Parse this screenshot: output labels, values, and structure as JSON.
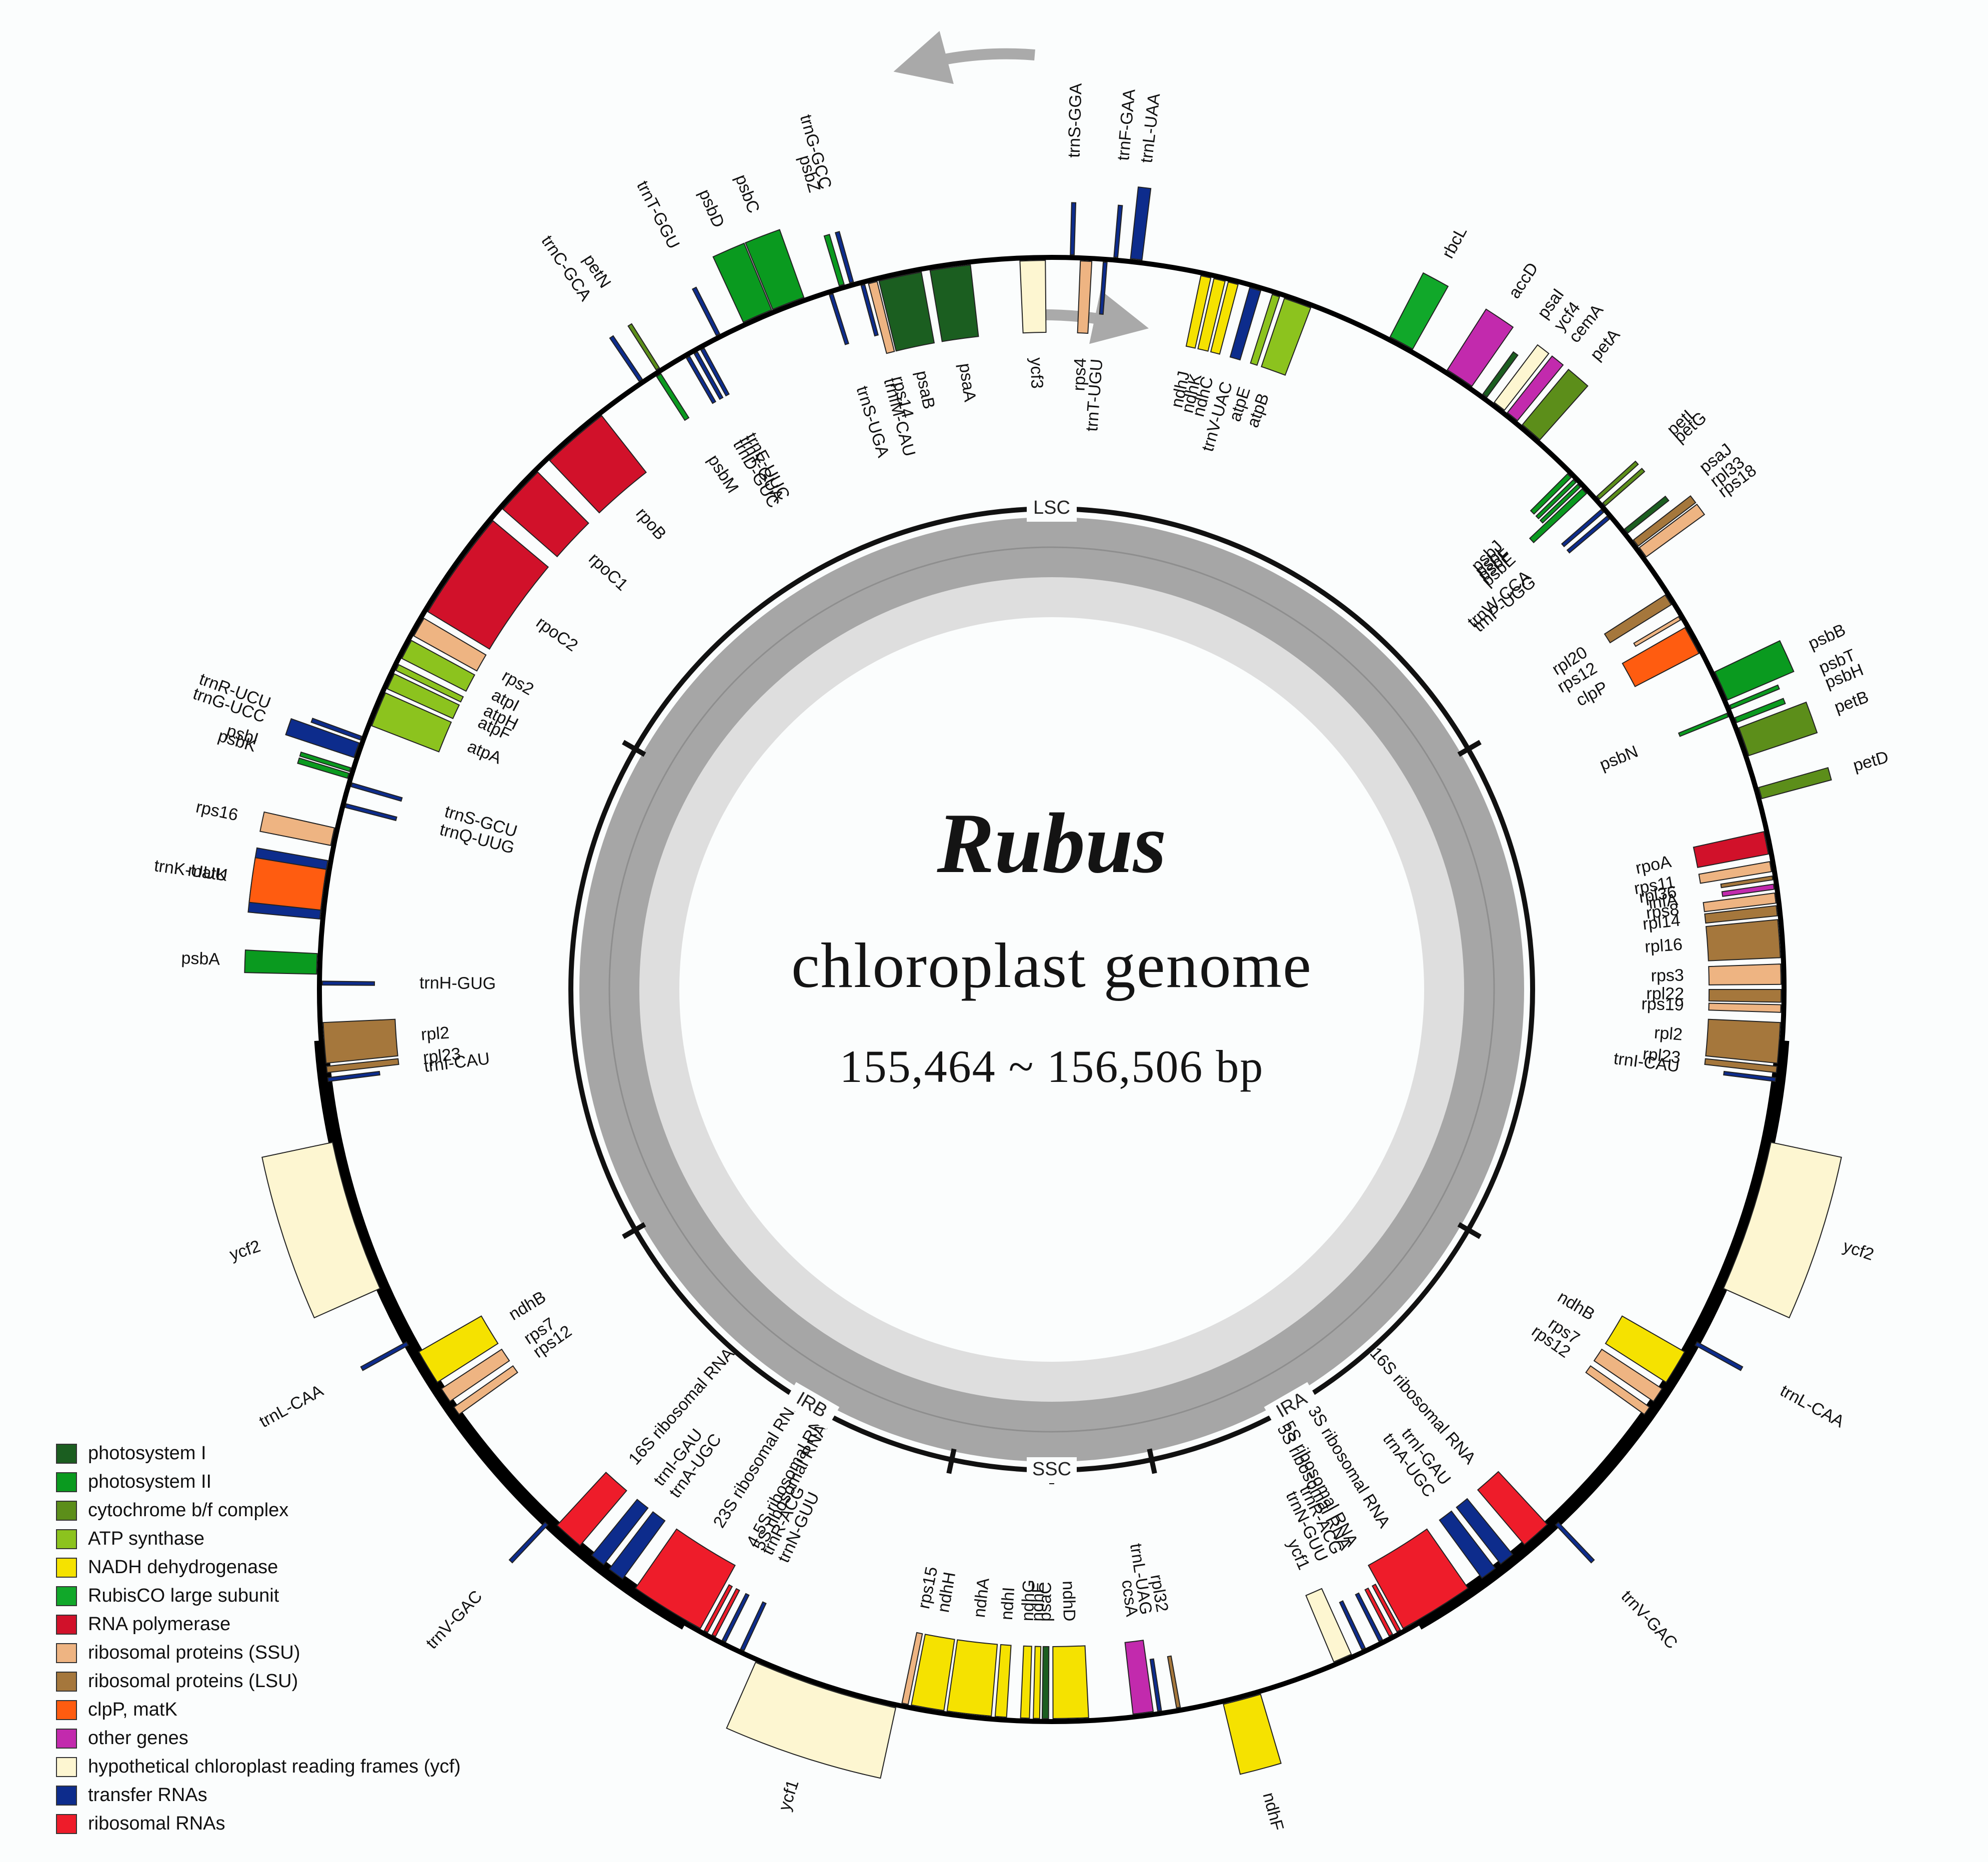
{
  "center": {
    "title": "Rubus",
    "subtitle": "chloroplast genome",
    "length": "155,464 ~ 156,506 bp"
  },
  "regions": [
    {
      "name": "LSC",
      "angle": 0
    },
    {
      "name": "IRA",
      "angle": 150
    },
    {
      "name": "SSC",
      "angle": 180
    },
    {
      "name": "IRB",
      "angle": 210
    }
  ],
  "legend": [
    {
      "label": "photosystem I",
      "color": "#1b5e20"
    },
    {
      "label": "photosystem II",
      "color": "#0a9a1f"
    },
    {
      "label": "cytochrome b/f complex",
      "color": "#5c8e1a"
    },
    {
      "label": "ATP synthase",
      "color": "#8cc31e"
    },
    {
      "label": "NADH dehydrogenase",
      "color": "#f5e200"
    },
    {
      "label": "RubisCO large subunit",
      "color": "#11a82a"
    },
    {
      "label": "RNA polymerase",
      "color": "#d1112a"
    },
    {
      "label": "ribosomal proteins (SSU)",
      "color": "#eeb482"
    },
    {
      "label": "ribosomal proteins (LSU)",
      "color": "#a5773c"
    },
    {
      "label": "clpP, matK",
      "color": "#ff5c10"
    },
    {
      "label": "other genes",
      "color": "#c22aad"
    },
    {
      "label": "hypothetical chloroplast reading frames (ycf)",
      "color": "#fdf6d1"
    },
    {
      "label": "transfer RNAs",
      "color": "#0d2c8c"
    },
    {
      "label": "ribosomal RNAs",
      "color": "#ee1c2a"
    }
  ],
  "genes": [
    {
      "name": "trnL-UAA",
      "a": 6.6,
      "w": 0.9,
      "side": "out",
      "cat": 12
    },
    {
      "name": "trnF-GAA",
      "a": 5.0,
      "w": 0.3,
      "side": "out",
      "cat": 12
    },
    {
      "name": "trnS-GGA",
      "a": 1.6,
      "w": 0.3,
      "side": "out",
      "cat": 12
    },
    {
      "name": "rps4",
      "a": 2.7,
      "w": 0.9,
      "side": "in",
      "cat": 7
    },
    {
      "name": "trnT-UGU",
      "a": 4.2,
      "w": 0.3,
      "side": "in",
      "cat": 12
    },
    {
      "name": "ycf3",
      "a": 358.5,
      "w": 2.0,
      "side": "in",
      "cat": 11
    },
    {
      "name": "psaA",
      "a": 352.0,
      "w": 3.2,
      "side": "in",
      "cat": 0
    },
    {
      "name": "psaB",
      "a": 348.0,
      "w": 3.4,
      "side": "in",
      "cat": 0
    },
    {
      "name": "rps14",
      "a": 345.8,
      "w": 0.7,
      "side": "in",
      "cat": 7
    },
    {
      "name": "trnfM-CAU",
      "a": 345.0,
      "w": 0.3,
      "side": "in",
      "cat": 12
    },
    {
      "name": "trnG-GCC",
      "a": 344.2,
      "w": 0.3,
      "side": "out",
      "cat": 12
    },
    {
      "name": "psbZ",
      "a": 343.4,
      "w": 0.4,
      "side": "out",
      "cat": 1
    },
    {
      "name": "trnS-UGA",
      "a": 342.4,
      "w": 0.3,
      "side": "in",
      "cat": 12
    },
    {
      "name": "psbC",
      "a": 339.0,
      "w": 2.6,
      "side": "out",
      "cat": 1
    },
    {
      "name": "psbD",
      "a": 336.4,
      "w": 2.4,
      "side": "out",
      "cat": 1
    },
    {
      "name": "trnT-GGU",
      "a": 333.0,
      "w": 0.3,
      "side": "out",
      "cat": 12
    },
    {
      "name": "trnE-UUC",
      "a": 331.4,
      "w": 0.3,
      "side": "in",
      "cat": 12
    },
    {
      "name": "trnY-GUA",
      "a": 330.8,
      "w": 0.3,
      "side": "in",
      "cat": 12
    },
    {
      "name": "trnD-GUC",
      "a": 330.1,
      "w": 0.3,
      "side": "in",
      "cat": 12
    },
    {
      "name": "psbM",
      "a": 327.4,
      "w": 0.4,
      "side": "in",
      "cat": 1
    },
    {
      "name": "petN",
      "a": 327.6,
      "w": 0.3,
      "side": "out",
      "cat": 2
    },
    {
      "name": "trnC-GCA",
      "a": 326.0,
      "w": 0.3,
      "side": "out",
      "cat": 12
    },
    {
      "name": "rpoB",
      "a": 319.2,
      "w": 5.4,
      "side": "in",
      "cat": 6
    },
    {
      "name": "rpoC1",
      "a": 313.2,
      "w": 4.0,
      "side": "in",
      "cat": 6
    },
    {
      "name": "rpoC2",
      "a": 305.6,
      "w": 8.8,
      "side": "in",
      "cat": 6
    },
    {
      "name": "rps2",
      "a": 299.8,
      "w": 1.6,
      "side": "in",
      "cat": 7
    },
    {
      "name": "atpI",
      "a": 297.8,
      "w": 1.6,
      "side": "in",
      "cat": 3
    },
    {
      "name": "atpH",
      "a": 296.2,
      "w": 0.5,
      "side": "in",
      "cat": 3
    },
    {
      "name": "atpF",
      "a": 295.0,
      "w": 1.3,
      "side": "in",
      "cat": 3
    },
    {
      "name": "atpA",
      "a": 292.6,
      "w": 2.8,
      "side": "in",
      "cat": 3
    },
    {
      "name": "trnR-UCU",
      "a": 290.0,
      "w": 0.3,
      "side": "out",
      "cat": 12
    },
    {
      "name": "trnG-UCC",
      "a": 289.0,
      "w": 1.2,
      "side": "out",
      "cat": 12
    },
    {
      "name": "psbI",
      "a": 287.4,
      "w": 0.3,
      "side": "out",
      "cat": 1
    },
    {
      "name": "psbK",
      "a": 286.9,
      "w": 0.4,
      "side": "out",
      "cat": 1
    },
    {
      "name": "trnS-GCU",
      "a": 286.3,
      "w": 0.3,
      "side": "in",
      "cat": 12
    },
    {
      "name": "trnQ-UUG",
      "a": 284.6,
      "w": 0.3,
      "side": "in",
      "cat": 12
    },
    {
      "name": "rps16",
      "a": 282.0,
      "w": 1.4,
      "side": "out",
      "cat": 7
    },
    {
      "name": "trnK-UUU",
      "a": 277.8,
      "w": 4.6,
      "side": "out",
      "cat": 12
    },
    {
      "name": "matK",
      "a": 277.8,
      "w": 3.2,
      "side": "out",
      "cat": 9
    },
    {
      "name": "psbA",
      "a": 272.0,
      "w": 1.6,
      "side": "out",
      "cat": 1
    },
    {
      "name": "trnH-GUG",
      "a": 270.5,
      "w": 0.3,
      "side": "in",
      "cat": 12
    },
    {
      "name": "rbcL",
      "a": 28.4,
      "w": 2.0,
      "side": "out",
      "cat": 5
    },
    {
      "name": "accD",
      "a": 33.7,
      "w": 2.3,
      "side": "out",
      "cat": 10
    },
    {
      "name": "psaI",
      "a": 36.1,
      "w": 0.4,
      "side": "out",
      "cat": 0
    },
    {
      "name": "ycf4",
      "a": 37.5,
      "w": 1.0,
      "side": "out",
      "cat": 11
    },
    {
      "name": "cemA",
      "a": 38.8,
      "w": 1.0,
      "side": "out",
      "cat": 10
    },
    {
      "name": "petA",
      "a": 40.7,
      "w": 1.8,
      "side": "out",
      "cat": 2
    },
    {
      "name": "atpB",
      "a": 19.7,
      "w": 2.2,
      "side": "in",
      "cat": 3
    },
    {
      "name": "atpE",
      "a": 17.9,
      "w": 0.6,
      "side": "in",
      "cat": 3
    },
    {
      "name": "trnV-UAC",
      "a": 16.2,
      "w": 0.9,
      "side": "in",
      "cat": 12
    },
    {
      "name": "ndhC",
      "a": 14.4,
      "w": 0.8,
      "side": "in",
      "cat": 4
    },
    {
      "name": "ndhK",
      "a": 13.3,
      "w": 0.9,
      "side": "in",
      "cat": 4
    },
    {
      "name": "ndhJ",
      "a": 12.2,
      "w": 0.8,
      "side": "in",
      "cat": 4
    },
    {
      "name": "psbJ",
      "a": 45.2,
      "w": 0.4,
      "side": "in",
      "cat": 1
    },
    {
      "name": "psbL",
      "a": 45.8,
      "w": 0.3,
      "side": "in",
      "cat": 1
    },
    {
      "name": "psbF",
      "a": 46.3,
      "w": 0.3,
      "side": "in",
      "cat": 1
    },
    {
      "name": "psbE",
      "a": 46.9,
      "w": 0.5,
      "side": "in",
      "cat": 1
    },
    {
      "name": "trnW-CCA",
      "a": 49.0,
      "w": 0.3,
      "side": "in",
      "cat": 12
    },
    {
      "name": "trnP-UGG",
      "a": 49.7,
      "w": 0.3,
      "side": "in",
      "cat": 12
    },
    {
      "name": "petL",
      "a": 48.0,
      "w": 0.3,
      "side": "out",
      "cat": 2
    },
    {
      "name": "petG",
      "a": 48.7,
      "w": 0.3,
      "side": "out",
      "cat": 2
    },
    {
      "name": "psaJ",
      "a": 51.4,
      "w": 0.4,
      "side": "out",
      "cat": 0
    },
    {
      "name": "rpl33",
      "a": 52.6,
      "w": 0.6,
      "side": "out",
      "cat": 8
    },
    {
      "name": "rps18",
      "a": 53.5,
      "w": 0.9,
      "side": "out",
      "cat": 7
    },
    {
      "name": "rpl20",
      "a": 57.7,
      "w": 0.9,
      "side": "in",
      "cat": 8
    },
    {
      "name": "rps12",
      "a": 59.4,
      "w": 0.3,
      "side": "in",
      "cat": 7
    },
    {
      "name": "clpP",
      "a": 61.4,
      "w": 2.3,
      "side": "in",
      "cat": 9
    },
    {
      "name": "psbB",
      "a": 65.6,
      "w": 2.4,
      "side": "out",
      "cat": 1
    },
    {
      "name": "psbT",
      "a": 67.4,
      "w": 0.3,
      "side": "out",
      "cat": 1
    },
    {
      "name": "psbN",
      "a": 67.9,
      "w": 0.3,
      "side": "in",
      "cat": 1
    },
    {
      "name": "psbH",
      "a": 68.5,
      "w": 0.4,
      "side": "out",
      "cat": 1
    },
    {
      "name": "petB",
      "a": 70.3,
      "w": 2.3,
      "side": "out",
      "cat": 2
    },
    {
      "name": "petD",
      "a": 74.5,
      "w": 0.9,
      "side": "out",
      "cat": 2
    },
    {
      "name": "rpoA",
      "a": 78.4,
      "w": 1.8,
      "side": "in",
      "cat": 6
    },
    {
      "name": "rps11",
      "a": 80.3,
      "w": 0.8,
      "side": "in",
      "cat": 7
    },
    {
      "name": "rpl36",
      "a": 81.2,
      "w": 0.3,
      "side": "in",
      "cat": 8
    },
    {
      "name": "infA",
      "a": 81.9,
      "w": 0.4,
      "side": "in",
      "cat": 10
    },
    {
      "name": "rps8",
      "a": 82.8,
      "w": 0.8,
      "side": "in",
      "cat": 7
    },
    {
      "name": "rpl14",
      "a": 83.8,
      "w": 0.8,
      "side": "in",
      "cat": 8
    },
    {
      "name": "rpl16",
      "a": 86.0,
      "w": 3.0,
      "side": "in",
      "cat": 8
    },
    {
      "name": "rps3",
      "a": 88.8,
      "w": 1.6,
      "side": "in",
      "cat": 7
    },
    {
      "name": "rpl22",
      "a": 90.5,
      "w": 1.0,
      "side": "in",
      "cat": 8
    },
    {
      "name": "rps19",
      "a": 91.5,
      "w": 0.6,
      "side": "in",
      "cat": 7
    },
    {
      "name": "rpl2",
      "a": 94.2,
      "w": 3.2,
      "side": "in",
      "cat": 8
    },
    {
      "name": "rpl23",
      "a": 96.3,
      "w": 0.5,
      "side": "in",
      "cat": 8
    },
    {
      "name": "trnI-CAU",
      "a": 97.1,
      "w": 0.3,
      "side": "in",
      "cat": 12
    },
    {
      "name": "ycf2",
      "a": 108.0,
      "w": 12.0,
      "side": "out",
      "cat": 11
    },
    {
      "name": "trnL-CAA",
      "a": 118.8,
      "w": 0.3,
      "side": "out",
      "cat": 12
    },
    {
      "name": "ndhB",
      "a": 121.2,
      "w": 2.8,
      "side": "in",
      "cat": 4
    },
    {
      "name": "rps7",
      "a": 123.8,
      "w": 1.2,
      "side": "in",
      "cat": 7
    },
    {
      "name": "rps12",
      "a": 125.3,
      "w": 0.7,
      "side": "in",
      "cat": 7
    },
    {
      "name": "trnV-GAC",
      "a": 136.6,
      "w": 0.3,
      "side": "out",
      "cat": 12
    },
    {
      "name": "16S ribosomal RNA",
      "a": 138.4,
      "w": 2.4,
      "side": "in",
      "cat": 13
    },
    {
      "name": "trnI-GAU",
      "a": 141.4,
      "w": 1.2,
      "side": "in",
      "cat": 12
    },
    {
      "name": "trnA-UGC",
      "a": 143.2,
      "w": 1.3,
      "side": "in",
      "cat": 12
    },
    {
      "name": "23S ribosomal RNA",
      "a": 148.2,
      "w": 6.0,
      "side": "in",
      "cat": 13
    },
    {
      "name": "4.5S ribosomal RNA",
      "a": 151.6,
      "w": 0.3,
      "side": "in",
      "cat": 13
    },
    {
      "name": "5S ribosomal RNA",
      "a": 152.3,
      "w": 0.3,
      "side": "in",
      "cat": 13
    },
    {
      "name": "trnR-ACG",
      "a": 153.2,
      "w": 0.3,
      "side": "in",
      "cat": 12
    },
    {
      "name": "trnN-GUU",
      "a": 154.7,
      "w": 0.3,
      "side": "in",
      "cat": 12
    },
    {
      "name": "ycf1",
      "a": 156.5,
      "w": 1.5,
      "side": "in",
      "cat": 11
    },
    {
      "name": "ndhF",
      "a": 165.0,
      "w": 3.0,
      "side": "out",
      "cat": 4
    },
    {
      "name": "rpl32",
      "a": 170.0,
      "w": 0.3,
      "side": "in",
      "cat": 8
    },
    {
      "name": "trnL-UAG",
      "a": 171.5,
      "w": 0.3,
      "side": "in",
      "cat": 12
    },
    {
      "name": "ccsA",
      "a": 172.8,
      "w": 1.6,
      "side": "in",
      "cat": 10
    },
    {
      "name": "ndhD",
      "a": 178.5,
      "w": 2.8,
      "side": "in",
      "cat": 4
    },
    {
      "name": "psaC",
      "a": 180.5,
      "w": 0.5,
      "side": "in",
      "cat": 0
    },
    {
      "name": "ndhE",
      "a": 181.2,
      "w": 0.5,
      "side": "in",
      "cat": 4
    },
    {
      "name": "ndhG",
      "a": 182.1,
      "w": 0.7,
      "side": "in",
      "cat": 4
    },
    {
      "name": "ndhI",
      "a": 184.0,
      "w": 0.9,
      "side": "in",
      "cat": 4
    },
    {
      "name": "ndhA",
      "a": 186.5,
      "w": 3.5,
      "side": "in",
      "cat": 4
    },
    {
      "name": "ndhH",
      "a": 189.8,
      "w": 2.6,
      "side": "in",
      "cat": 4
    },
    {
      "name": "rps15",
      "a": 191.6,
      "w": 0.5,
      "side": "in",
      "cat": 7
    },
    {
      "name": "ycf1",
      "a": 198.0,
      "w": 11.5,
      "side": "out",
      "cat": 11
    },
    {
      "name": "trnN-GUU",
      "a": 205.1,
      "w": 0.3,
      "side": "in",
      "cat": 12
    },
    {
      "name": "trnR-ACG",
      "a": 206.7,
      "w": 0.3,
      "side": "in",
      "cat": 12
    },
    {
      "name": "5S ribosomal RNA",
      "a": 207.6,
      "w": 0.3,
      "side": "in",
      "cat": 13
    },
    {
      "name": "4.5S ribosomal RNA",
      "a": 208.3,
      "w": 0.3,
      "side": "in",
      "cat": 13
    },
    {
      "name": "23S ribosomal RNA",
      "a": 211.8,
      "w": 6.0,
      "side": "in",
      "cat": 13
    },
    {
      "name": "trnA-UGC",
      "a": 216.7,
      "w": 1.3,
      "side": "in",
      "cat": 12
    },
    {
      "name": "trnI-GAU",
      "a": 218.5,
      "w": 1.2,
      "side": "in",
      "cat": 12
    },
    {
      "name": "16S ribosomal RNA",
      "a": 221.5,
      "w": 2.4,
      "side": "in",
      "cat": 13
    },
    {
      "name": "trnV-GAC",
      "a": 223.4,
      "w": 0.3,
      "side": "out",
      "cat": 12
    },
    {
      "name": "rps12",
      "a": 234.7,
      "w": 0.7,
      "side": "in",
      "cat": 7
    },
    {
      "name": "rps7",
      "a": 236.2,
      "w": 1.2,
      "side": "in",
      "cat": 7
    },
    {
      "name": "ndhB",
      "a": 238.8,
      "w": 2.8,
      "side": "in",
      "cat": 4
    },
    {
      "name": "trnL-CAA",
      "a": 241.2,
      "w": 0.3,
      "side": "out",
      "cat": 12
    },
    {
      "name": "ycf2",
      "a": 252.0,
      "w": 12.0,
      "side": "out",
      "cat": 11
    },
    {
      "name": "trnI-CAU",
      "a": 262.9,
      "w": 0.3,
      "side": "in",
      "cat": 12
    },
    {
      "name": "rpl23",
      "a": 263.7,
      "w": 0.5,
      "side": "in",
      "cat": 8
    },
    {
      "name": "rpl2",
      "a": 265.8,
      "w": 3.2,
      "side": "in",
      "cat": 8
    }
  ]
}
